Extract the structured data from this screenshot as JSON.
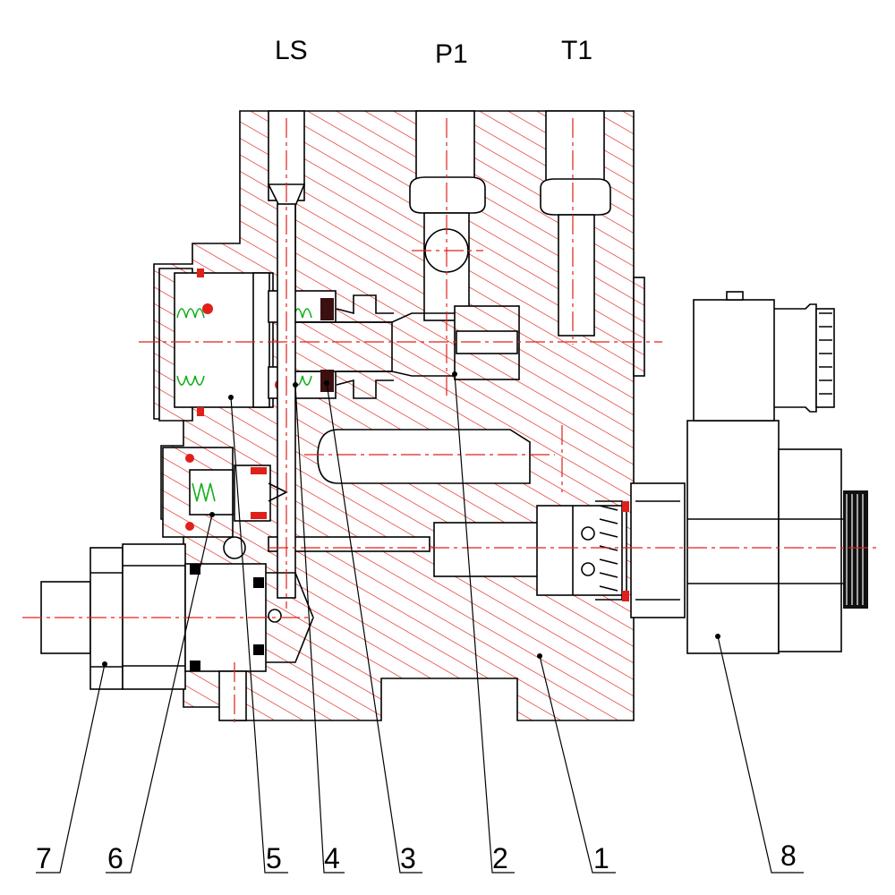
{
  "ports": [
    {
      "id": "ls",
      "label": "LS"
    },
    {
      "id": "p1",
      "label": "P1"
    },
    {
      "id": "t1",
      "label": "T1"
    }
  ],
  "callouts": [
    {
      "id": "c1",
      "label": "1"
    },
    {
      "id": "c2",
      "label": "2"
    },
    {
      "id": "c3",
      "label": "3"
    },
    {
      "id": "c4",
      "label": "4"
    },
    {
      "id": "c5",
      "label": "5"
    },
    {
      "id": "c6",
      "label": "6"
    },
    {
      "id": "c7",
      "label": "7"
    },
    {
      "id": "c8",
      "label": "8"
    }
  ],
  "colors": {
    "hatch": "#e0201a",
    "centerline": "#e0201a",
    "spring": "#13b01a",
    "outline": "#000000"
  }
}
